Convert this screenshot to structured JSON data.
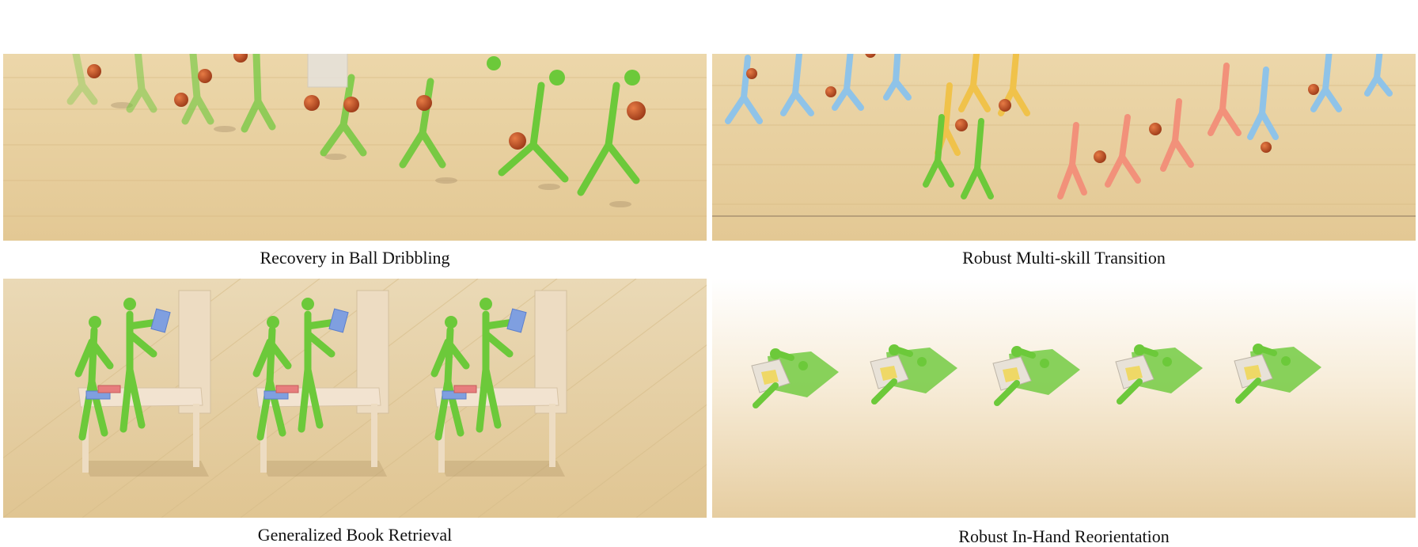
{
  "figure": {
    "panels": [
      {
        "caption": "Recovery in Ball Dribbling",
        "scene": "green-humanoid-dribbling-sequence",
        "color": "#6cc93a"
      },
      {
        "caption": "Robust Multi-skill Transition",
        "scene": "multicolor-humanoids-basketball-skills",
        "colors": [
          "#8fc3e8",
          "#f0c24a",
          "#6cc93a",
          "#f2917a"
        ]
      },
      {
        "caption": "Generalized Book Retrieval",
        "scene": "humanoids-desks-bookshelves",
        "color": "#6cc93a"
      },
      {
        "caption": "Robust In-Hand Reorientation",
        "scene": "robot-hands-rotating-cube",
        "color": "#6cc93a"
      }
    ],
    "colors": {
      "floor": "#e9d3a4",
      "floor_dark": "#d9bd86",
      "ball": "#c8552a",
      "humanoid_green": "#6cc93a",
      "book_blue": "#7f9fe0",
      "shelf": "#eddcc2"
    }
  }
}
